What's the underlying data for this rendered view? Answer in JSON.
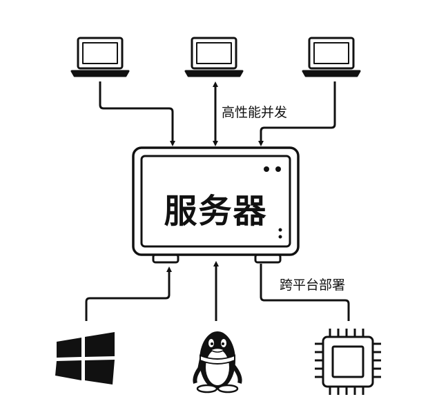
{
  "server": {
    "label": "服务器"
  },
  "labels": {
    "concurrency": "高性能并发",
    "cross_platform": "跨平台部署"
  },
  "clients": [
    "laptop",
    "laptop",
    "laptop"
  ],
  "platforms": [
    "windows",
    "qq-penguin",
    "cpu-chip"
  ]
}
